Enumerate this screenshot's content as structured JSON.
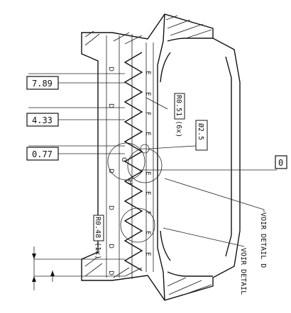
{
  "dimension_boxes": [
    "7.89",
    "4.33",
    "0.77"
  ],
  "reference_box": "0",
  "rotated_labels": {
    "radius_top": "R0.51 (6x)",
    "diameter": "Ø2.5",
    "radius_bottom": "R0.48 (1x)",
    "detail_d": "VOIR DETAIL D",
    "detail_other": "VOIR DETAIL"
  },
  "profile_letters": {
    "e": "E",
    "d": "D",
    "f": "F",
    "g": "G",
    "h": "H"
  }
}
